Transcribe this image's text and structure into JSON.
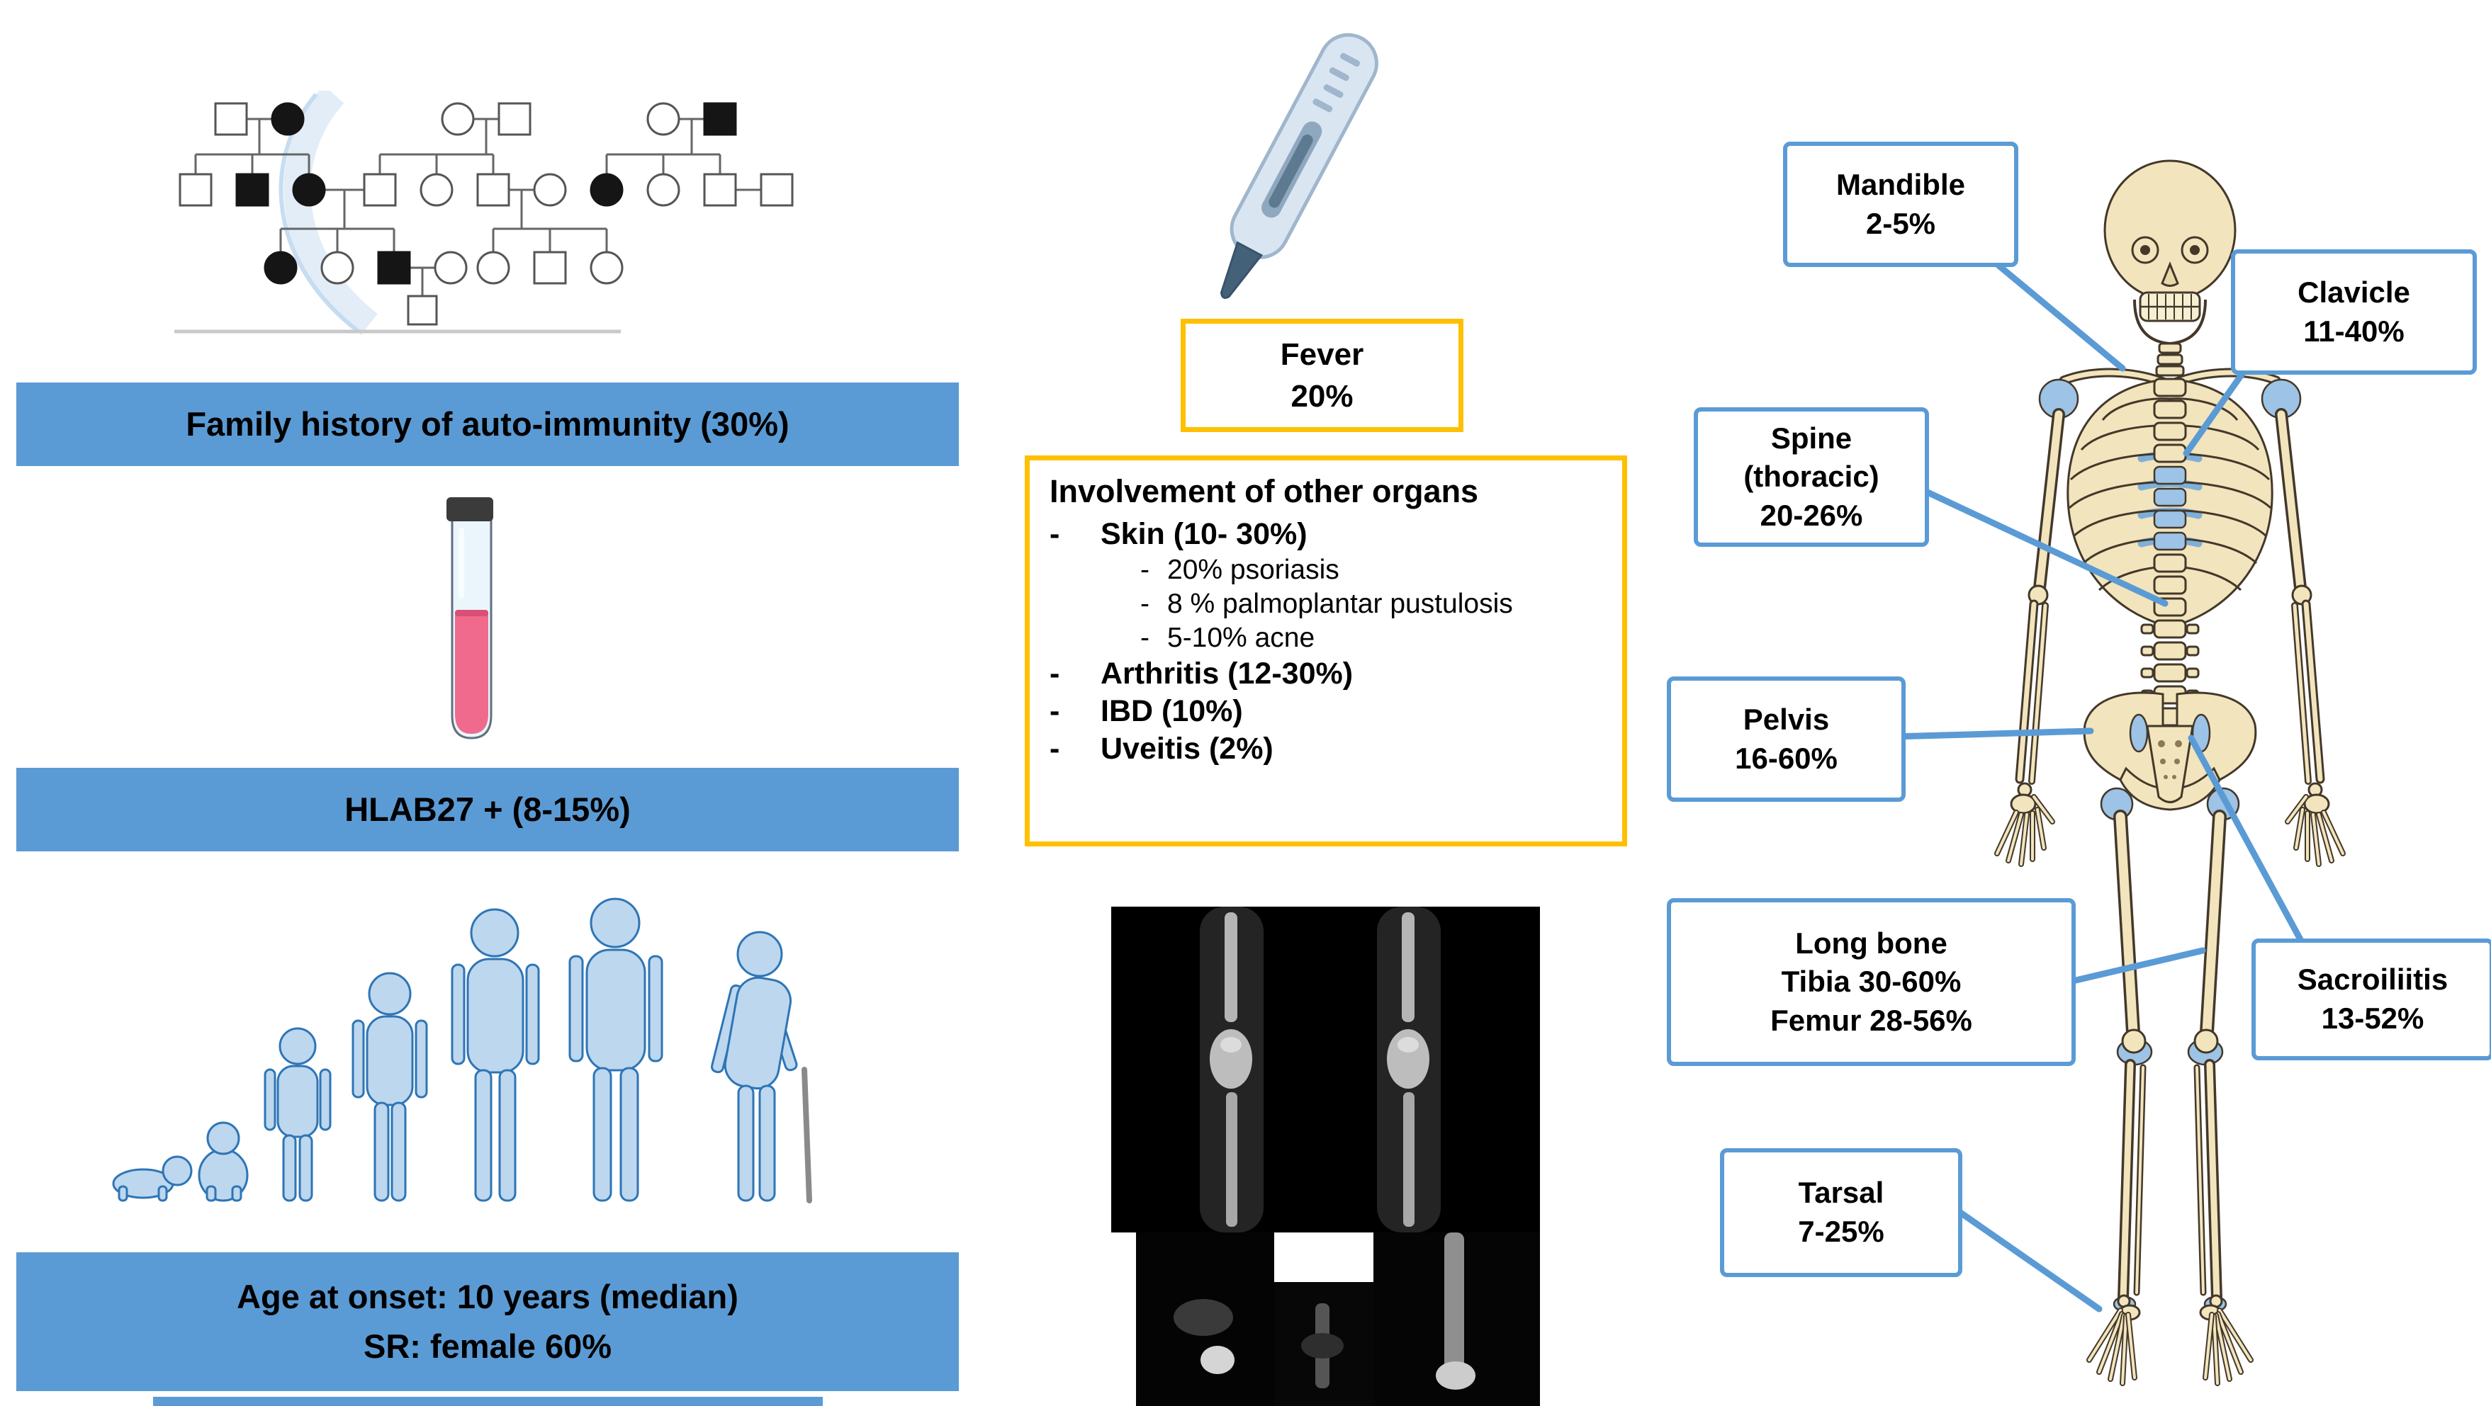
{
  "colors": {
    "banner_blue": "#5B9BD5",
    "accent_yellow": "#FFC000",
    "callout_border_blue": "#5B9BD5",
    "figure_fill_blue": "#BDD7EE",
    "liquid_pink": "#F06A8D",
    "bone_cream": "#F2E4BC",
    "bone_highlight_blue": "#9DC3E6"
  },
  "icons": {
    "pedigree": "family-pedigree-chart",
    "test_tube": "blood-test-tube",
    "growth": "human-growth-stages",
    "thermometer": "thermometer",
    "mri": "leg-knee-mri-scan",
    "skeleton": "human-skeleton-figure"
  },
  "left_column": {
    "family_banner": "Family history of auto-immunity (30%)",
    "hla_banner": "HLAB27 + (8-15%)",
    "age_banner_line1": "Age at onset: 10 years (median)",
    "age_banner_line2": "SR: female 60%"
  },
  "middle_column": {
    "fever_box": {
      "title": "Fever",
      "value": "20%"
    },
    "organs_box": {
      "title": "Involvement of other organs",
      "items": [
        {
          "marker": "-",
          "text": "Skin (10- 30%)",
          "style": "main"
        },
        {
          "marker": "-",
          "text": "20% psoriasis",
          "style": "sub"
        },
        {
          "marker": "-",
          "text": "8 % palmoplantar pustulosis",
          "style": "sub"
        },
        {
          "marker": "-",
          "text": "5-10% acne",
          "style": "sub"
        },
        {
          "marker": "-",
          "text": "Arthritis (12-30%)",
          "style": "main"
        },
        {
          "marker": "-",
          "text": "IBD (10%)",
          "style": "main"
        },
        {
          "marker": "-",
          "text": "Uveitis (2%)",
          "style": "main"
        }
      ]
    }
  },
  "skeleton_callouts": {
    "mandible": {
      "lines": [
        "Mandible",
        "2-5%"
      ]
    },
    "clavicle": {
      "lines": [
        "Clavicle",
        "11-40%"
      ]
    },
    "spine": {
      "lines": [
        "Spine",
        "(thoracic)",
        "20-26%"
      ]
    },
    "pelvis": {
      "lines": [
        "Pelvis",
        "16-60%"
      ]
    },
    "long_bone": {
      "lines": [
        "Long bone",
        "Tibia 30-60%",
        "Femur 28-56%"
      ]
    },
    "sacroiliitis": {
      "lines": [
        "Sacroiliitis",
        "13-52%"
      ]
    },
    "tarsal": {
      "lines": [
        "Tarsal",
        "7-25%"
      ]
    }
  }
}
